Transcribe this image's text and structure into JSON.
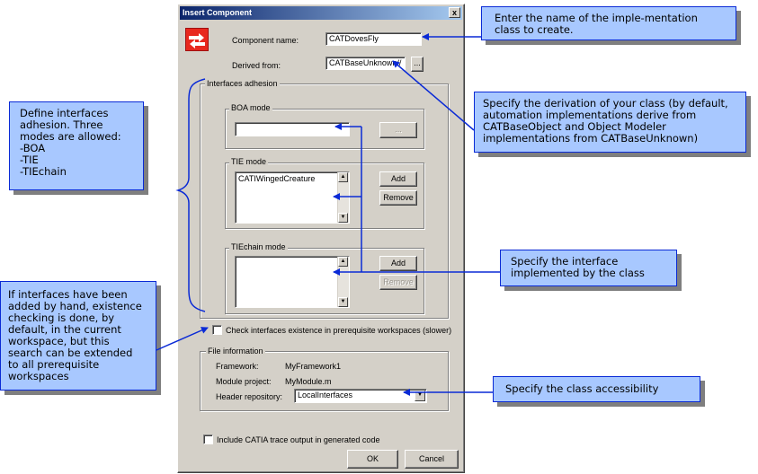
{
  "dialog": {
    "title": "Insert Component",
    "close_glyph": "x",
    "component_name_label": "Component name:",
    "component_name_value": "CATDovesFly",
    "derived_from_label": "Derived from:",
    "derived_from_value": "CATBaseUnknown//",
    "browse_label": "...",
    "interfaces_group_title": "Interfaces adhesion",
    "boa": {
      "title": "BOA mode",
      "value": "",
      "browse_label": "..."
    },
    "tie": {
      "title": "TIE mode",
      "items": [
        "CATIWingedCreature"
      ],
      "add_label": "Add",
      "remove_label": "Remove"
    },
    "tiechain": {
      "title": "TIEchain mode",
      "items": [],
      "add_label": "Add",
      "remove_label": "Remove"
    },
    "check_label": "Check interfaces existence in prerequisite workspaces (slower)",
    "file_info": {
      "title": "File information",
      "framework_label": "Framework:",
      "framework_value": "MyFramework1",
      "module_label": "Module project:",
      "module_value": "MyModule.m",
      "header_label": "Header repository:",
      "header_value": "LocalInterfaces"
    },
    "trace_label": "Include CATIA trace output in  generated code",
    "ok_label": "OK",
    "cancel_label": "Cancel"
  },
  "callouts": {
    "name": "Enter the name of the imple-mentation\nclass to create.",
    "derivation": "Specify the derivation of your class (by default,\nautomation implementations derive from\nCATBaseObject and Object Modeler\nimplementations from CATBaseUnknown)",
    "modes": "Define interfaces\nadhesion. Three\nmodes are allowed:\n  -BOA\n  -TIE\n  -TIEchain",
    "interface": "Specify the interface\nimplemented by the class",
    "existence": "If interfaces have been\nadded by hand, existence\nchecking is done, by\ndefault, in the current\nworkspace, but this\nsearch can be extended\nto all prerequisite\nworkspaces",
    "accessibility": "Specify the class accessibility"
  },
  "colors": {
    "callout_fill": "#a8c8ff",
    "callout_border": "#0a2ad6",
    "arrow": "#0a2ad6",
    "title_bar": "#0a246a",
    "dialog_face": "#d4d0c8"
  }
}
